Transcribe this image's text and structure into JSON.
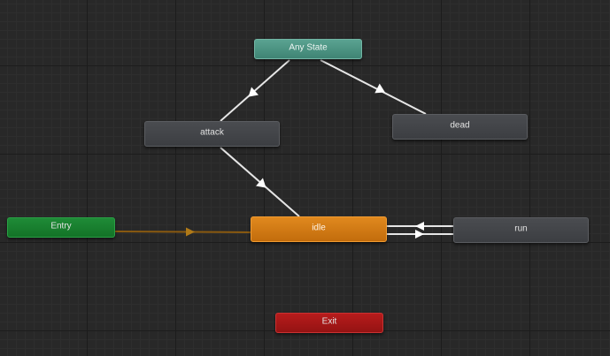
{
  "states": {
    "any_state": "Any State",
    "attack": "attack",
    "dead": "dead",
    "entry": "Entry",
    "idle": "idle",
    "run": "run",
    "exit": "Exit"
  },
  "colors": {
    "grid_background": "#282828",
    "default_state": "#44464a",
    "entry_state": "#1a8030",
    "any_state": "#4f9685",
    "default_layer_state": "#d27a14",
    "exit_state": "#a51818",
    "transition_line": "#e6e6e6",
    "entry_transition_line": "#8a5a10"
  },
  "transitions": [
    {
      "from": "Any State",
      "to": "attack"
    },
    {
      "from": "Any State",
      "to": "dead"
    },
    {
      "from": "attack",
      "to": "idle"
    },
    {
      "from": "Entry",
      "to": "idle"
    },
    {
      "from": "idle",
      "to": "run"
    },
    {
      "from": "run",
      "to": "idle"
    }
  ]
}
